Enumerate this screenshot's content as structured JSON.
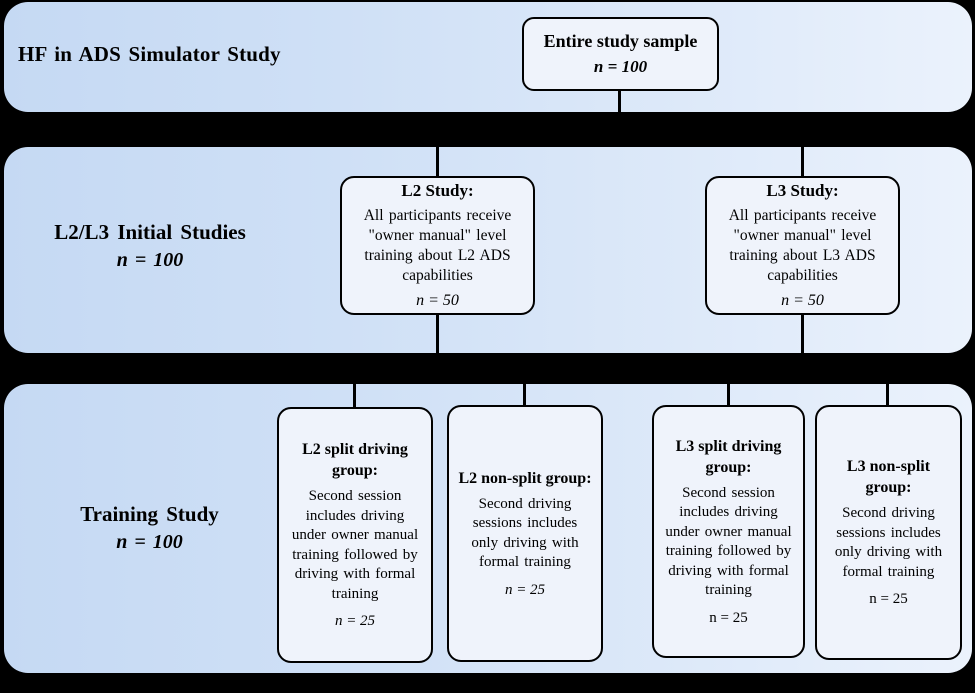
{
  "colors": {
    "page_background": "#000000",
    "band_gradient_left": "#c5d9f3",
    "band_gradient_right": "#ebf2fc",
    "node_fill": "#eff3fb",
    "node_border": "#000000",
    "text": "#000000"
  },
  "band1": {
    "label": "HF in ADS Simulator Study"
  },
  "root_box": {
    "title": "Entire study sample",
    "n": "n = 100"
  },
  "band2": {
    "label": "L2/L3 Initial Studies",
    "n": "n = 100",
    "boxes": [
      {
        "title": "L2 Study:",
        "body": "All participants receive \"owner manual\" level training about L2 ADS capabilities",
        "n": "n = 50"
      },
      {
        "title": "L3 Study:",
        "body": "All participants receive \"owner manual\" level training about L3 ADS capabilities",
        "n": "n = 50"
      }
    ]
  },
  "band3": {
    "label": "Training Study",
    "n": "n = 100",
    "boxes": [
      {
        "title": "L2 split driving group:",
        "body": "Second session includes driving under owner manual training followed by driving with formal training",
        "n": "n = 25"
      },
      {
        "title": "L2 non-split group:",
        "body": "Second driving sessions includes only driving with formal training",
        "n": "n = 25"
      },
      {
        "title": "L3 split driving group:",
        "body": "Second session includes driving under owner manual training followed by driving with formal training",
        "n": "n = 25"
      },
      {
        "title": "L3 non-split group:",
        "body": "Second driving sessions includes only driving with formal training",
        "n": "n = 25"
      }
    ]
  }
}
